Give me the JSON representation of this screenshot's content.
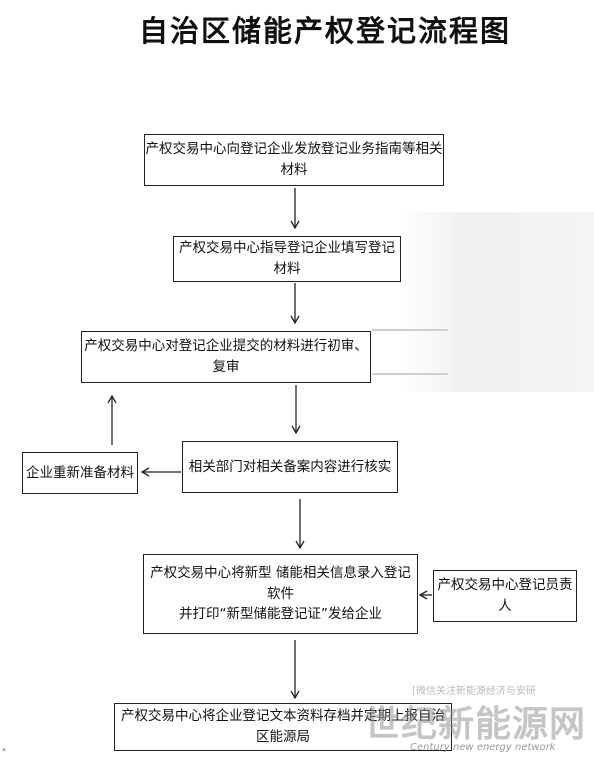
{
  "title": "自治区储能产权登记流程图",
  "steps": {
    "step1": "产权交易中心向登记企业发放登记业务指南等相关材料",
    "step2": "产权交易中心指导登记企业填写登记材料",
    "step3": "产权交易中心对登记企业提交的材料进行初审、复审",
    "step4": "相关部门对相关备案内容进行核实",
    "side_resubmit": "企业重新准备材料",
    "step5_line1": "产权交易中心将新型  储能相关信息录入登记软件",
    "step5_line2": "并打印“新型储能登记证”发给企业",
    "side_responsible": "产权交易中心登记员责人",
    "step6": "产权交易中心将企业登记文本资料存档并定期上报自治区能源局"
  },
  "watermark": {
    "top_text": "[微信关注新能源经济与安研",
    "logo": "世纪新能源网",
    "subtitle": "Century new energy network"
  },
  "corner_mark": "\""
}
